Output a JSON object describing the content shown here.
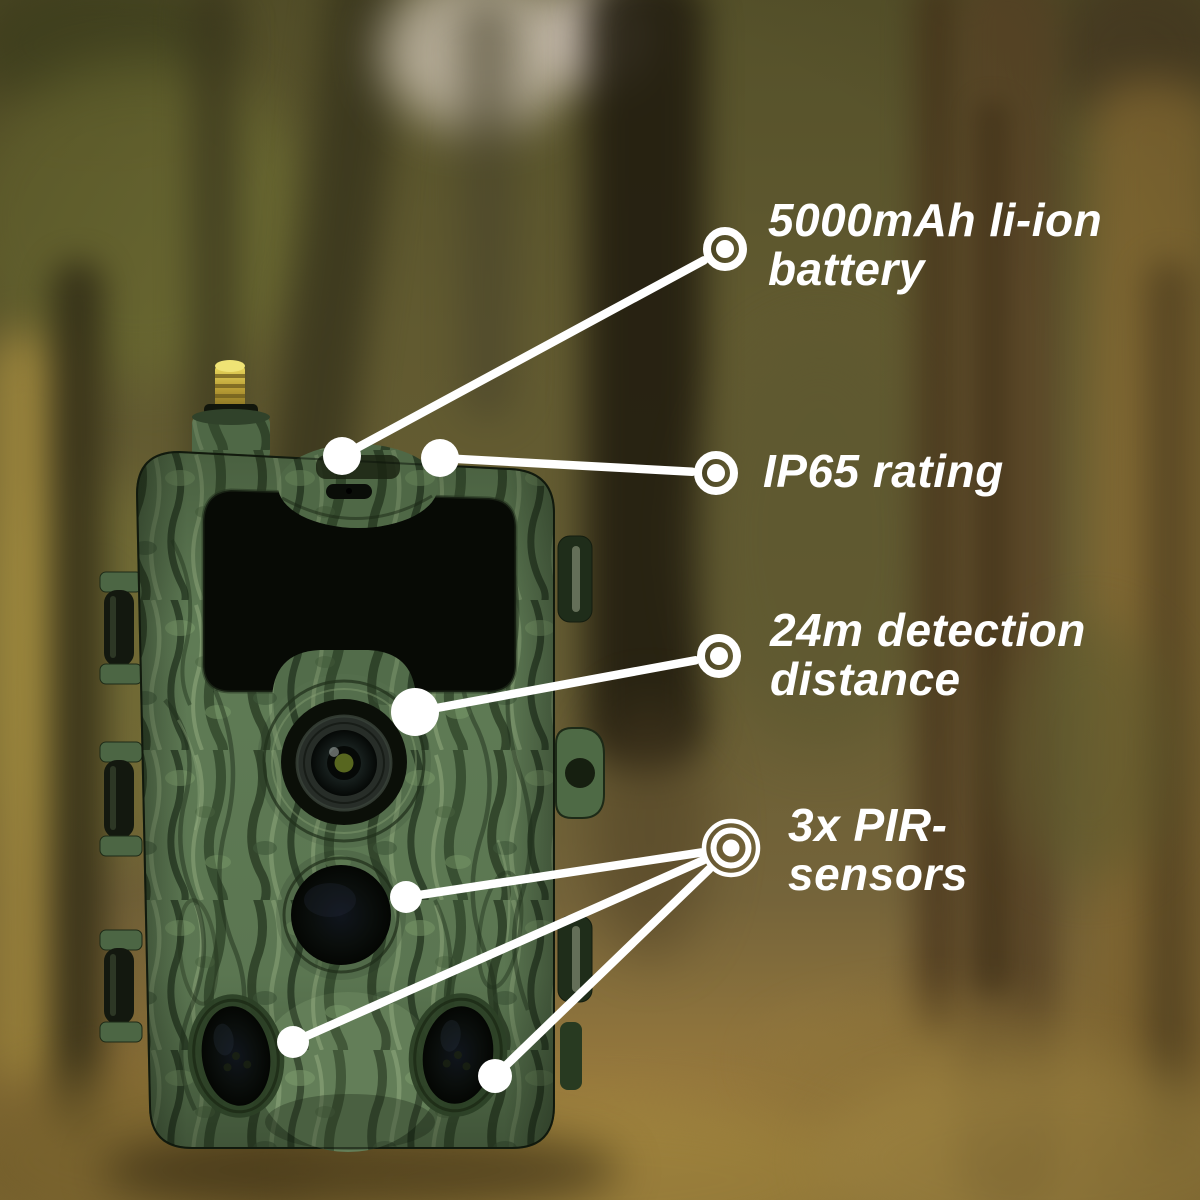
{
  "callouts": [
    {
      "id": "battery",
      "marker": "ring-marker",
      "lines": [
        "5000mAh li-ion",
        "battery"
      ]
    },
    {
      "id": "ip65-rating",
      "marker": "ring-marker",
      "lines": [
        "IP65 rating"
      ]
    },
    {
      "id": "detection-distance",
      "marker": "ring-marker",
      "lines": [
        "24m detection",
        "distance"
      ]
    },
    {
      "id": "pir-sensors",
      "marker": "triple-ring-marker",
      "lines": [
        "3x PIR-",
        "sensors"
      ]
    }
  ],
  "style": {
    "label_color": "#ffffff",
    "callout_color": "#ffffff",
    "camo_base": "#5f7b55",
    "camo_dark": "#2d4026",
    "ir_window_color": "#070a05",
    "antenna_gold": "#c8b23a"
  }
}
